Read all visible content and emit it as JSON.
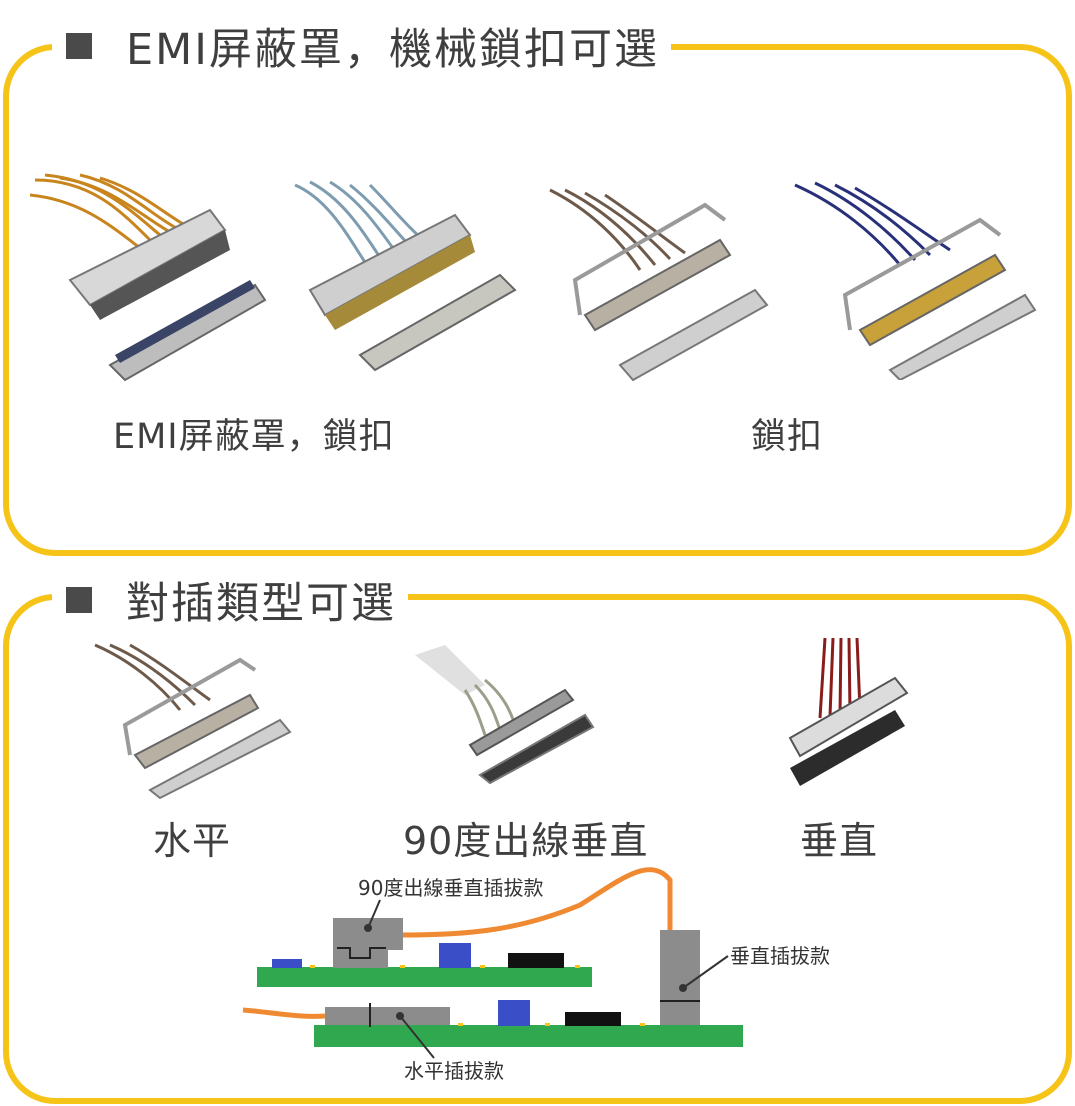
{
  "section1": {
    "title": "EMI屏蔽罩，機械鎖扣可選",
    "caption_left": "EMI屏蔽罩，鎖扣",
    "caption_right": "鎖扣"
  },
  "section2": {
    "title": "對插類型可選",
    "types": [
      {
        "label": "水平"
      },
      {
        "label": "90度出線垂直"
      },
      {
        "label": "垂直"
      }
    ],
    "diagram": {
      "callout_90": "90度出線垂直插拔款",
      "callout_vertical": "垂直插拔款",
      "callout_horizontal": "水平插拔款"
    }
  },
  "colors": {
    "frame": "#f6c318",
    "pcb": "#2fa84f",
    "connector": "#8c8c8c",
    "cable": "#f08a32",
    "blue_chip": "#3a4fc7",
    "black_chip": "#111111"
  },
  "icons": [
    "square-bullet-icon"
  ]
}
